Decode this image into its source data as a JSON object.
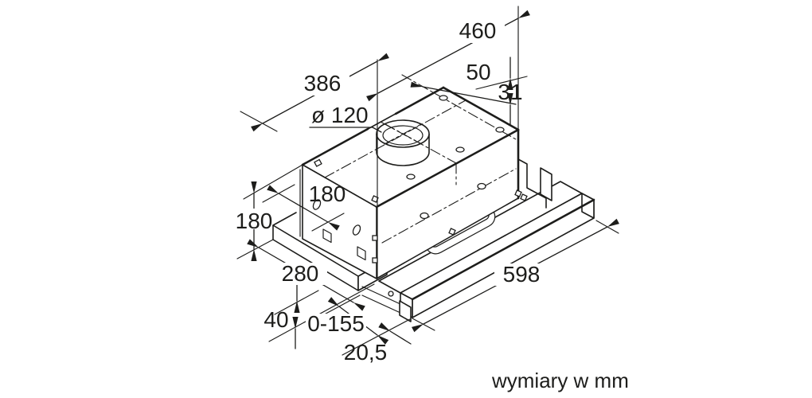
{
  "drawing": {
    "subject": "telescopic cooker hood isometric dimension drawing",
    "units_caption": "wymiary w mm",
    "line_color": "#1d1d1b",
    "background_color": "#ffffff"
  },
  "dimensions": {
    "top_width": "460",
    "mounting_hole_offset": "50",
    "rear_flange_height": "31",
    "duct_center_from_left": "386",
    "duct_diameter": "ø 120",
    "duct_box_depth": "180",
    "body_height": "180",
    "body_depth": "280",
    "plinth_height": "40",
    "pullout_range": "0-155",
    "visor_lip_height": "20,5",
    "front_width": "598"
  }
}
